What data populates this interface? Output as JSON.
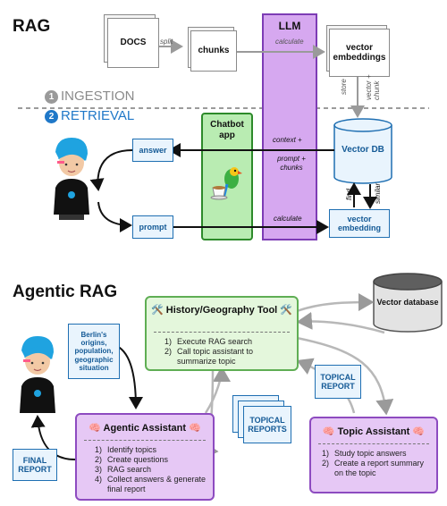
{
  "colors": {
    "llm_fill": "#d6a8f0",
    "llm_border": "#7d3cb5",
    "chatbot_fill": "#b9ecb2",
    "chatbot_border": "#2d8a2a",
    "tool_fill": "#e4f7dc",
    "tool_border": "#5fae54",
    "assistant_fill": "#e6c8f5",
    "assistant_border": "#8d4bc0",
    "blue_fill": "#e9f4fd",
    "blue_border": "#1f6fb2",
    "retrieval_blue": "#1f78c8"
  },
  "rag": {
    "title": "RAG",
    "ingestion_number": "1",
    "ingestion_label": "INGESTION",
    "retrieval_number": "2",
    "retrieval_label": "RETRIEVAL",
    "docs": "DOCS",
    "split": "split",
    "chunks": "chunks",
    "llm": "LLM",
    "calculate_top": "calculate",
    "vector_embeddings": "vector embeddings",
    "store": "store",
    "vector_chunk": "vector + chunk",
    "chatbot_app": "Chatbot app",
    "answer": "answer",
    "prompt": "prompt",
    "context": "context +",
    "prompt_chunks": "prompt + chunks",
    "calculate_bottom": "calculate",
    "vector_db": "Vector DB",
    "find": "find",
    "similar": "similar",
    "vector_embedding": "vector embedding",
    "chatbot_icon": "parrot-teacup-icon"
  },
  "agentic": {
    "title": "Agentic RAG",
    "vector_database": "Vector database",
    "tool_icon": "hammer-wrench-icon",
    "tool_title": "History/Geography Tool",
    "tool_steps": [
      {
        "n": "1)",
        "text": "Execute RAG search"
      },
      {
        "n": "2)",
        "text": "Call topic assistant to summarize topic"
      }
    ],
    "query_note": "Berlin's origins, population, geographic situation",
    "topical_reports_stack": "TOPICAL REPORTS",
    "topical_report_single": "TOPICAL REPORT",
    "final_report": "FINAL REPORT",
    "brain_icon": "brain-icon",
    "assistant_title": "Agentic Assistant",
    "assistant_steps": [
      {
        "n": "1)",
        "text": "Identify topics"
      },
      {
        "n": "2)",
        "text": "Create questions"
      },
      {
        "n": "3)",
        "text": "RAG search"
      },
      {
        "n": "4)",
        "text": "Collect answers & generate final report"
      }
    ],
    "topic_title": "Topic Assistant",
    "topic_steps": [
      {
        "n": "1)",
        "text": "Study topic answers"
      },
      {
        "n": "2)",
        "text": "Create a report summary on the topic"
      }
    ]
  }
}
